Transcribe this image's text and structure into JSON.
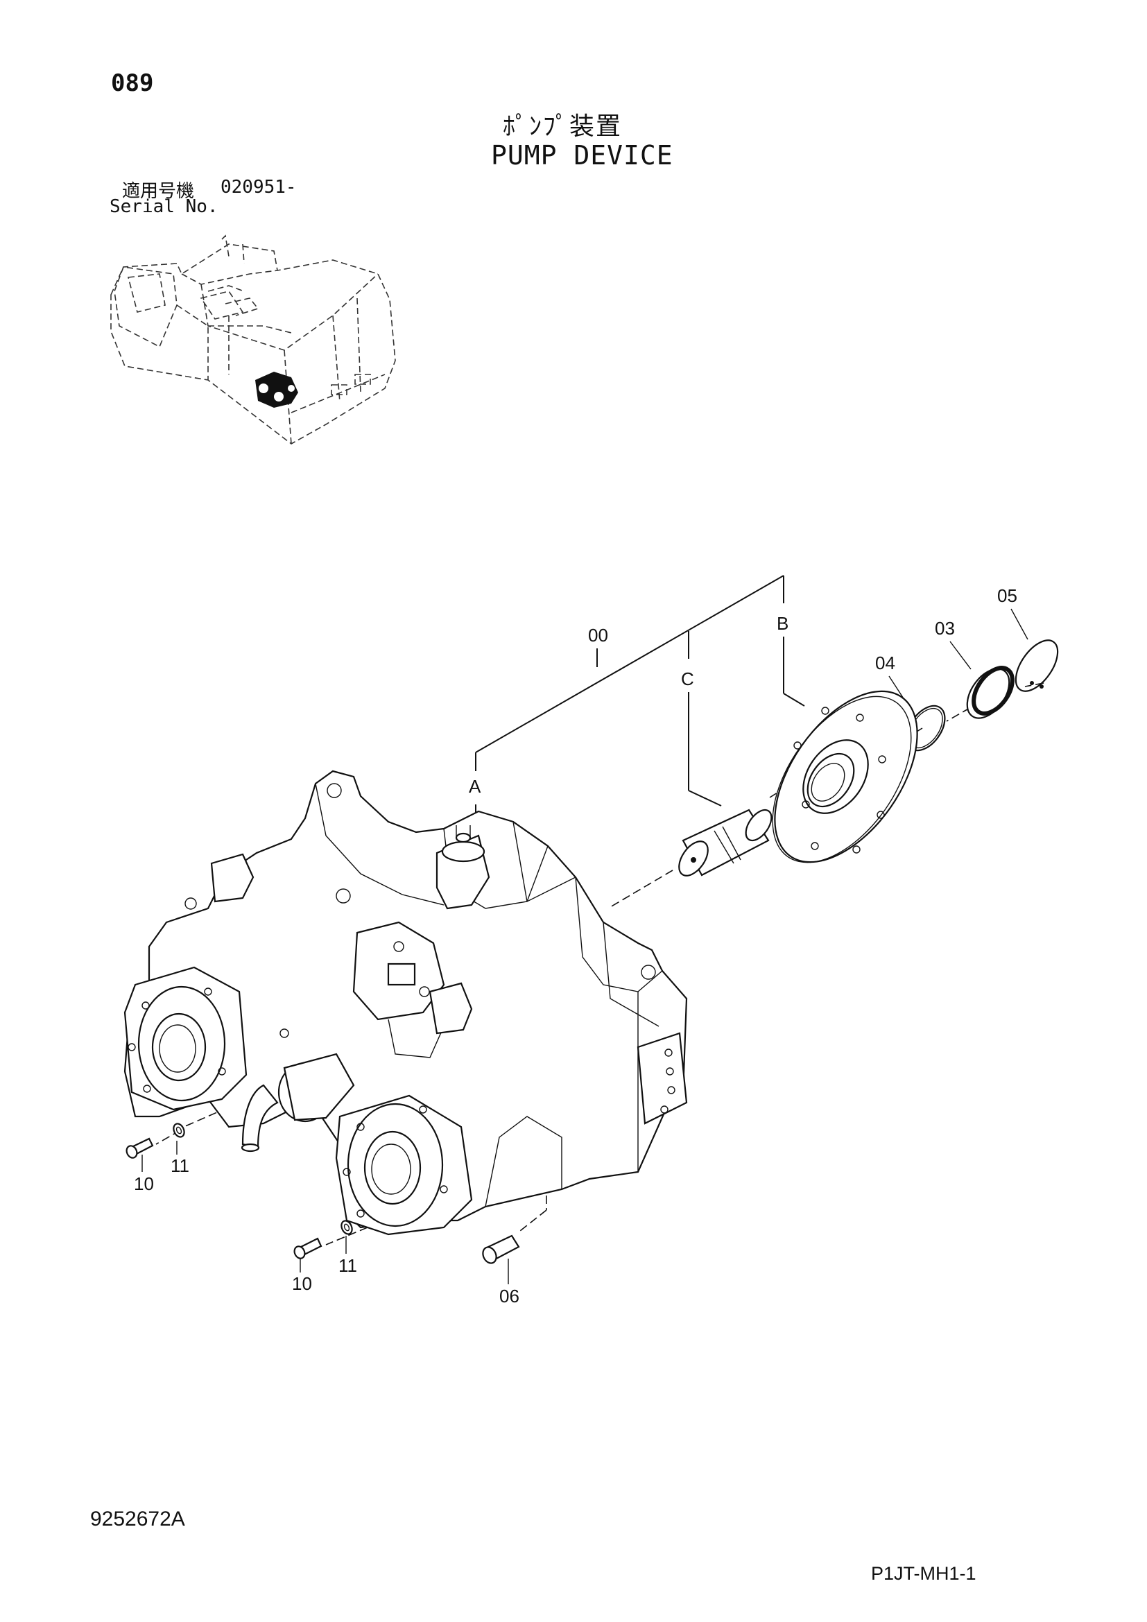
{
  "header": {
    "page_number": "089",
    "title_jp": "ﾎﾟﾝﾌﾟ装置",
    "title_en": "PUMP DEVICE"
  },
  "serial": {
    "label_jp": "適用号機",
    "number": "020951-",
    "label_en": "Serial No."
  },
  "callouts": {
    "assembly": "00",
    "part_a": "A",
    "part_b": "B",
    "part_c": "C",
    "ring_04": "04",
    "seal_03": "03",
    "snap_ring_05": "05",
    "bolt_06": "06",
    "bolt_10_left": "10",
    "washer_11_left": "11",
    "bolt_10_center": "10",
    "washer_11_center": "11"
  },
  "footer": {
    "document_id": "9252672A",
    "sheet_id": "P1JT-MH1-1"
  }
}
